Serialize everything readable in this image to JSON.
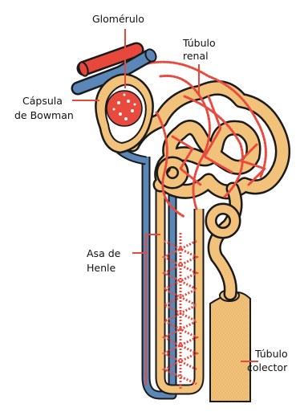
{
  "labels": {
    "glomerulo": "Glomérulo",
    "tubulo_renal_line1": "Túbulo",
    "tubulo_renal_line2": "renal",
    "capsula_line1": "Cápsula",
    "capsula_line2": "de Bowman",
    "asa_line1": "Asa de",
    "asa_line2": "Henle",
    "tubulo_colector_line1": "Túbulo",
    "tubulo_colector_line2": "colector"
  },
  "colors": {
    "artery_red": "#e8483c",
    "vein_blue": "#5b87b8",
    "tubule_tan": "#f2c27a",
    "outline": "#1a1a1a",
    "capillary_red": "#e84a3e",
    "leader_line": "#e8483c"
  }
}
